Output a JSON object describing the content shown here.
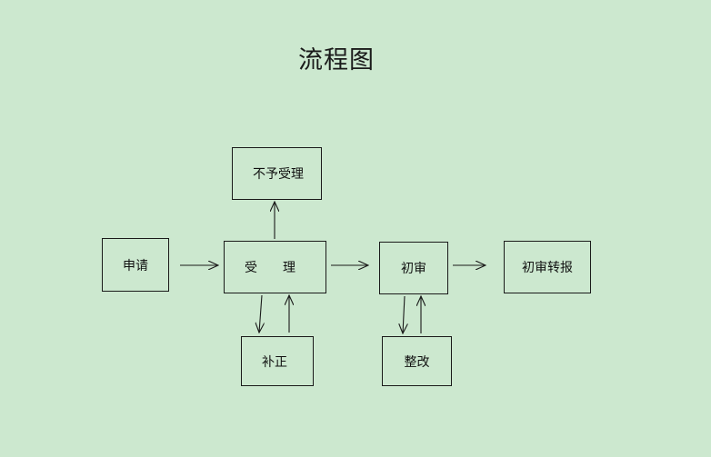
{
  "title": "流程图",
  "nodes": {
    "apply": "申请",
    "accept": "受　　理",
    "reject": "不予受理",
    "correct": "补正",
    "initial_review": "初审",
    "rectify": "整改",
    "forward": "初审转报"
  },
  "edges": [
    {
      "from": "apply",
      "to": "accept"
    },
    {
      "from": "accept",
      "to": "reject"
    },
    {
      "from": "accept",
      "to": "correct"
    },
    {
      "from": "correct",
      "to": "accept"
    },
    {
      "from": "accept",
      "to": "initial_review"
    },
    {
      "from": "initial_review",
      "to": "rectify"
    },
    {
      "from": "rectify",
      "to": "initial_review"
    },
    {
      "from": "initial_review",
      "to": "forward"
    }
  ]
}
